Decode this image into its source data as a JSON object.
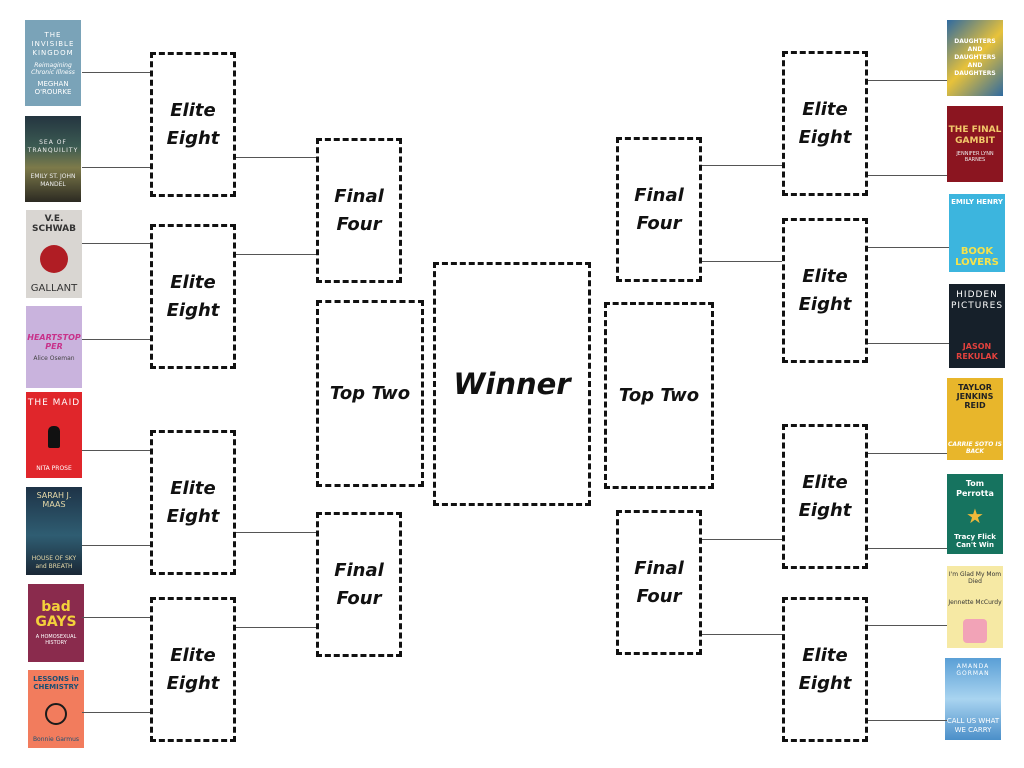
{
  "bracket": {
    "elite_eight_label": "Elite Eight",
    "final_four_label": "Final Four",
    "top_two_label": "Top Two",
    "winner_label": "Winner"
  },
  "covers": {
    "invisible_kingdom": {
      "title": "THE INVISIBLE KINGDOM",
      "subtitle": "Reimagining Chronic Illness",
      "author": "MEGHAN O'ROURKE"
    },
    "sea_of_tranquility": {
      "title": "SEA OF TRANQUILITY",
      "author": "EMILY ST. JOHN MANDEL"
    },
    "gallant": {
      "author": "V.E. SCHWAB",
      "title": "GALLANT"
    },
    "heartstopper": {
      "title": "HEARTSTOPPER",
      "author": "Alice Oseman"
    },
    "the_maid": {
      "title": "THE MAID",
      "author": "NITA PROSE"
    },
    "house_of_sky": {
      "author": "SARAH J. MAAS",
      "title": "HOUSE OF SKY and BREATH"
    },
    "bad_gays": {
      "title": "bad GAYS",
      "subtitle": "A HOMOSEXUAL HISTORY"
    },
    "lessons_in_chemistry": {
      "title": "LESSONS in CHEMISTRY",
      "author": "Bonnie Garmus"
    },
    "daughters_of": {
      "title": "DAUGHTERS AND DAUGHTERS AND DAUGHTERS"
    },
    "final_gambit": {
      "title": "THE FINAL GAMBIT",
      "author": "JENNIFER LYNN BARNES"
    },
    "book_lovers": {
      "author": "EMILY HENRY",
      "title": "BOOK LOVERS"
    },
    "hidden_pictures": {
      "title": "HIDDEN PICTURES",
      "author": "JASON REKULAK"
    },
    "carrie_soto": {
      "author": "TAYLOR JENKINS REID",
      "title": "CARRIE SOTO IS BACK"
    },
    "tracy_flick": {
      "author": "Tom Perrotta",
      "title": "Tracy Flick Can't Win"
    },
    "glad_mom_died": {
      "title": "I'm Glad My Mom Died",
      "author": "Jennette McCurdy"
    },
    "call_us": {
      "author": "AMANDA GORMAN",
      "title": "CALL US WHAT WE CARRY"
    }
  },
  "colors": {
    "box_border": "#111111",
    "connector": "#555555",
    "background": "#ffffff"
  }
}
